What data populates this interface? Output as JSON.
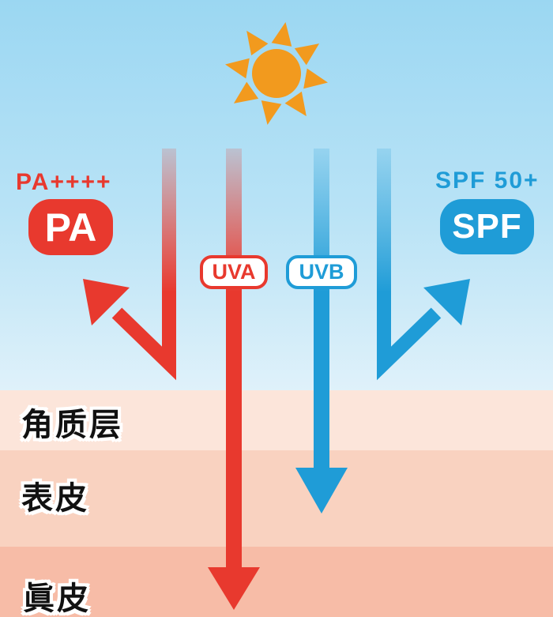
{
  "diagram": {
    "title_hint": "UV protection diagram (PA blocks UVA, SPF blocks UVB)",
    "pa_rating": "PA++++",
    "pa_badge": "PA",
    "spf_rating": "SPF 50+",
    "spf_badge": "SPF",
    "uva_label": "UVA",
    "uvb_label": "UVB"
  },
  "skin_layers": [
    {
      "name": "角质层",
      "color": "#FCE5DA"
    },
    {
      "name": "表皮",
      "color": "#F9D2C0"
    },
    {
      "name": "眞皮",
      "color": "#F7BCA7"
    }
  ],
  "colors": {
    "uva_red": "#E8392E",
    "uvb_blue": "#1F9CD7",
    "sun_orange": "#F29A1E",
    "sky_top": "#9BD7F2",
    "sky_bottom": "#DFF1FA"
  }
}
